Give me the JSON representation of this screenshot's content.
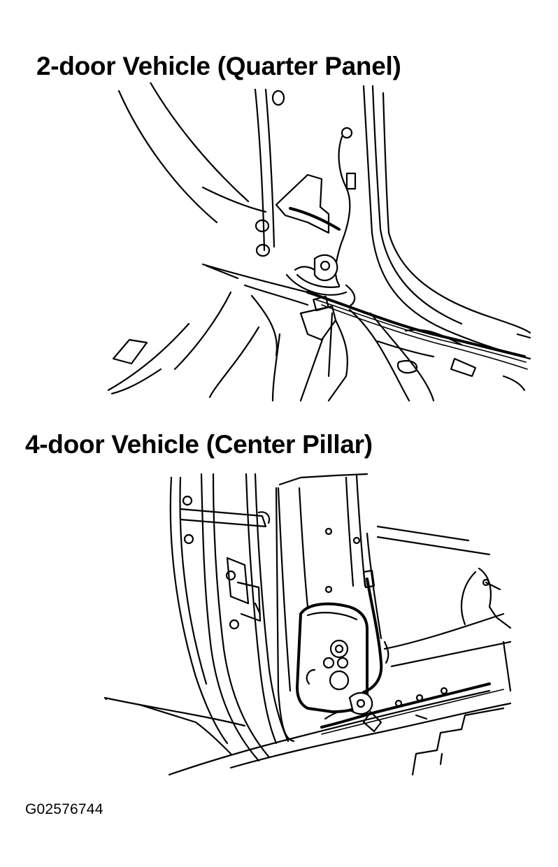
{
  "figure_top": {
    "title": "2-door Vehicle (Quarter Panel)"
  },
  "figure_bottom": {
    "title": "4-door Vehicle (Center Pillar)"
  },
  "figure_id": "G02576744"
}
